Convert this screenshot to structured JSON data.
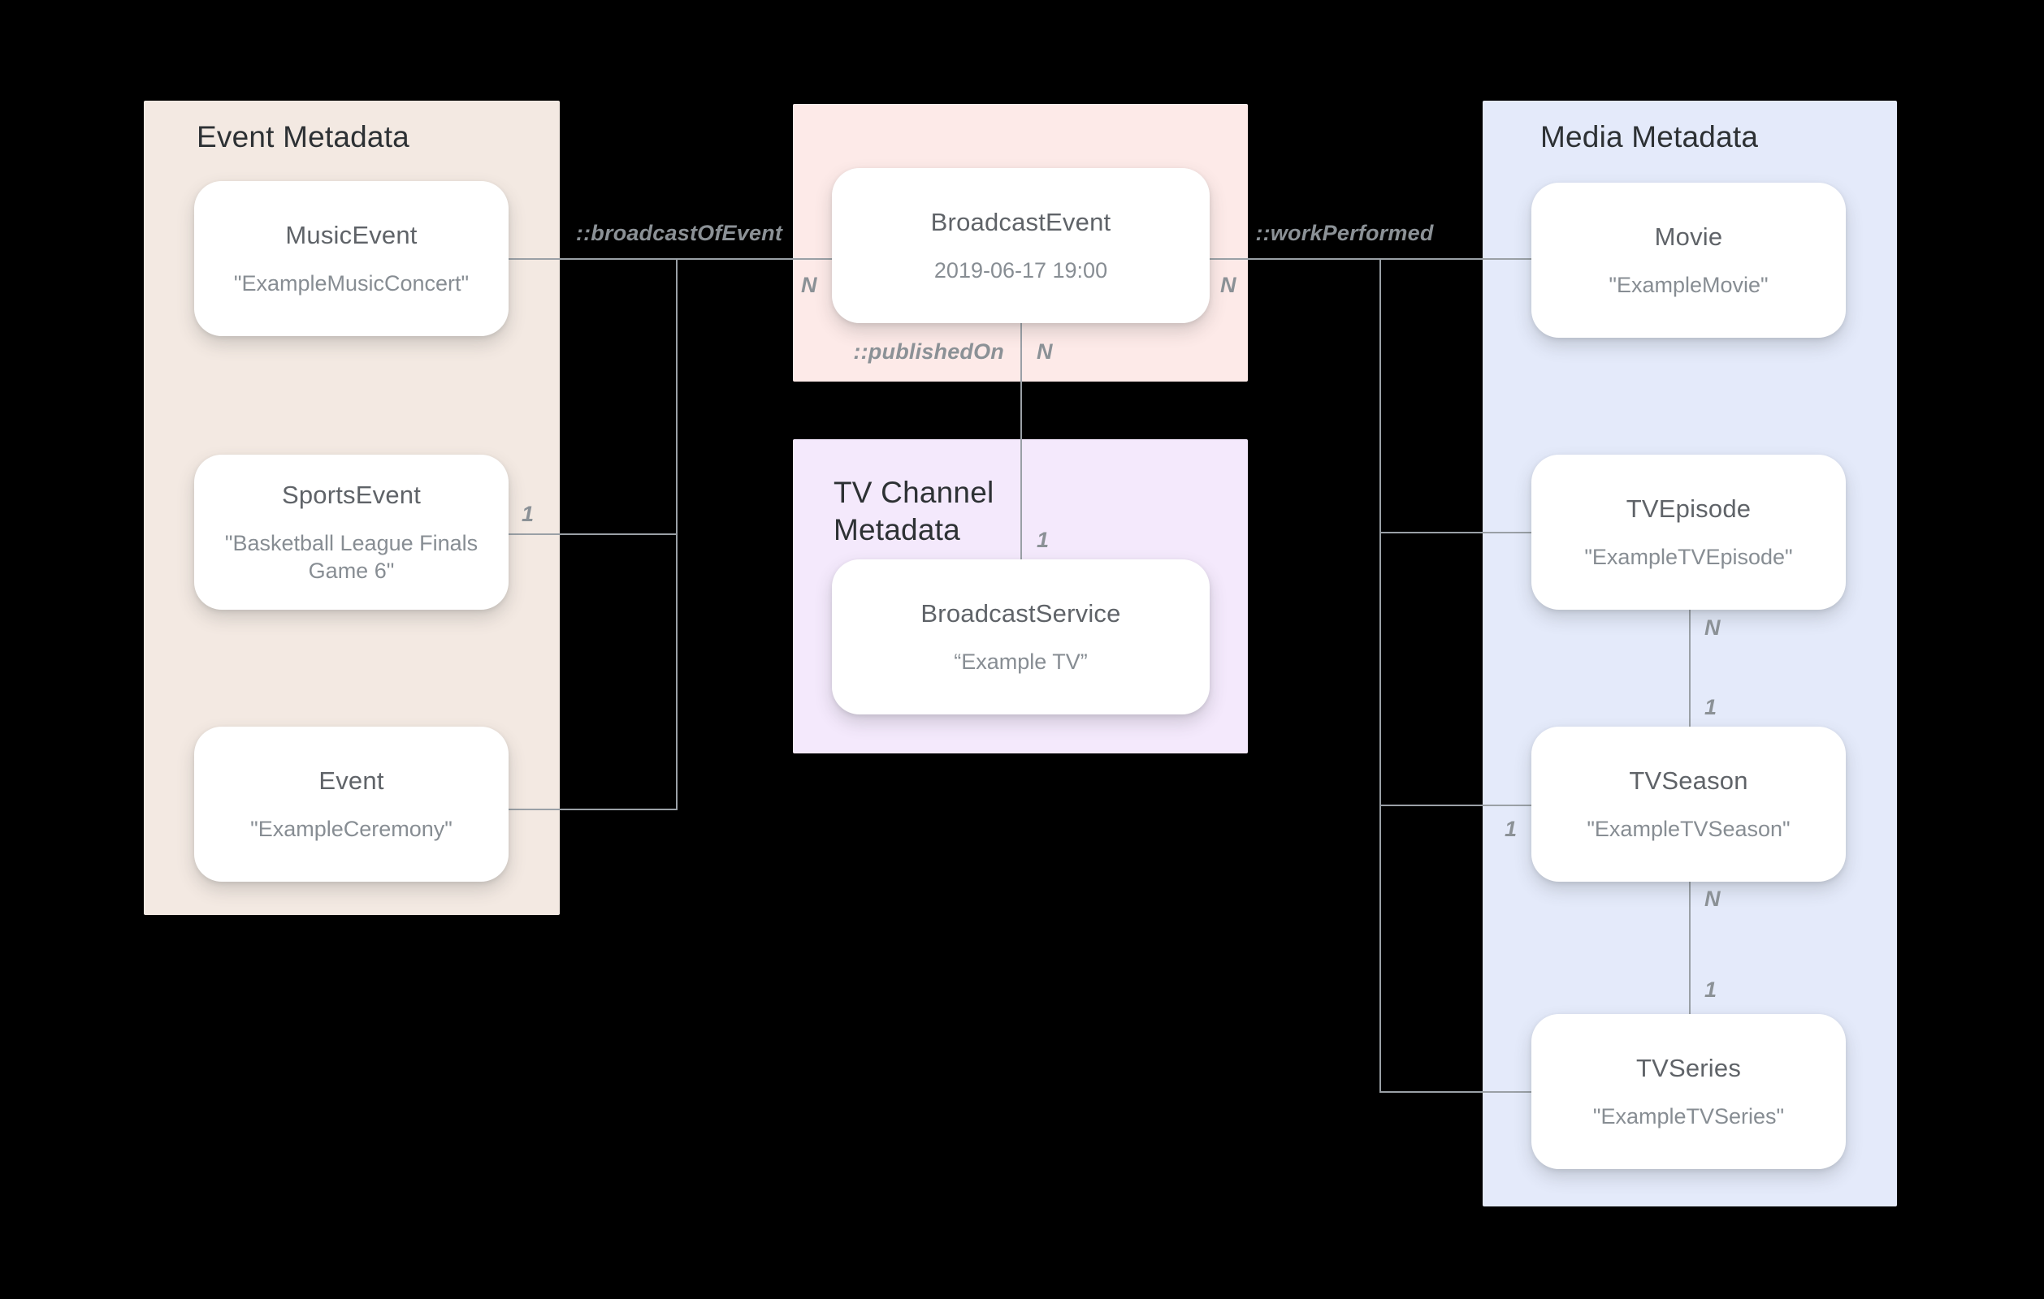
{
  "diagram": {
    "panels": {
      "event": {
        "title": "Event Metadata"
      },
      "tv_channel": {
        "title": "TV Channel Metadata"
      },
      "media": {
        "title": "Media Metadata"
      }
    },
    "nodes": {
      "music_event": {
        "title": "MusicEvent",
        "value": "\"ExampleMusicConcert\""
      },
      "sports_event": {
        "title": "SportsEvent",
        "value": "\"Basketball League Finals Game 6\""
      },
      "event": {
        "title": "Event",
        "value": "\"ExampleCeremony\""
      },
      "broadcast_event": {
        "title": "BroadcastEvent",
        "value": "2019-06-17 19:00"
      },
      "broadcast_service": {
        "title": "BroadcastService",
        "value": "“Example TV”"
      },
      "movie": {
        "title": "Movie",
        "value": "\"ExampleMovie\""
      },
      "tv_episode": {
        "title": "TVEpisode",
        "value": "\"ExampleTVEpisode\""
      },
      "tv_season": {
        "title": "TVSeason",
        "value": "\"ExampleTVSeason\""
      },
      "tv_series": {
        "title": "TVSeries",
        "value": "\"ExampleTVSeries\""
      }
    },
    "edges": {
      "broadcast_of_event": {
        "label": "::broadcastOfEvent"
      },
      "work_performed": {
        "label": "::workPerformed"
      },
      "published_on": {
        "label": "::publishedOn"
      }
    },
    "cardinalities": {
      "event_to_broadcast_n": "N",
      "broadcast_to_media_n": "N",
      "sports_event_1": "1",
      "published_on_n": "N",
      "published_on_1": "1",
      "season_left_1": "1",
      "episode_season_n": "N",
      "episode_season_1": "1",
      "season_series_n": "N",
      "season_series_1": "1"
    },
    "colors": {
      "background": "#000000",
      "event_panel": "#f3e9e2",
      "broadcast_panel": "#fdeae8",
      "tv_channel_panel": "#f4e9fc",
      "media_panel": "#e4eafa",
      "card": "#ffffff",
      "panel_title": "#2d3134",
      "card_title": "#5f6368",
      "card_value": "#878d93",
      "connector": "#9aa0a6",
      "edge_label": "#8b9196"
    }
  }
}
